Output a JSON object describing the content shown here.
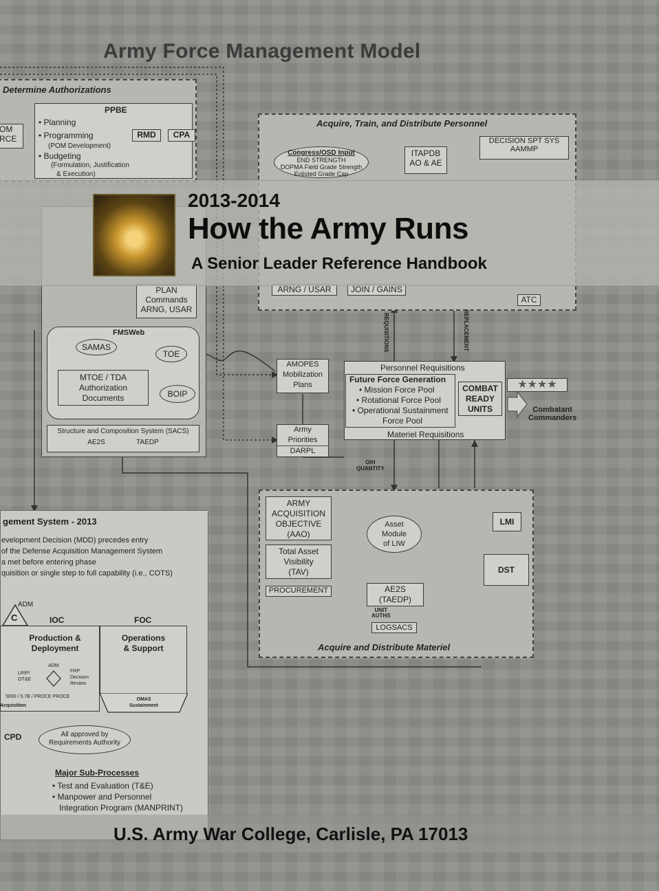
{
  "cover": {
    "title": "Army Force Management Model",
    "years": "2013-2014",
    "book_title": "How the Army Runs",
    "subtitle": "A Senior Leader Reference Handbook",
    "footer": "U.S. Army War College, Carlisle, PA  17013",
    "colors": {
      "background": "#8d8f89",
      "banner": "#b4b6b0",
      "text": "#111111"
    }
  },
  "diagram": {
    "determine_authorizations": "Determine Authorizations",
    "ppbe": "PPBE",
    "planning": "• Planning",
    "programming": "• Programming",
    "pom_dev": "(POM Development)",
    "budgeting": "• Budgeting",
    "budgeting_detail": "(Formulation, Justification",
    "execution": "& Execution)",
    "rmd": "RMD",
    "cpa": "CPA",
    "left_cut": "OM",
    "left_cut2": "RCE",
    "acquire_personnel": "Acquire, Train, and Distribute Personnel",
    "congress_input": "Congress/OSD Input",
    "end_strength": "END STRENGTH",
    "dopma": "DOPMA Field Grade Strength",
    "enlisted": "Enlisted Grade Cap",
    "itapdb": "ITAPDB",
    "ao_ae": "AO & AE",
    "decision_spt": "DECISION SPT SYS",
    "aammp": "AAMMP",
    "arng_usar": "ARNG / USAR",
    "join_gains": "JOIN / GAINS",
    "atc": "ATC",
    "plan": "PLAN",
    "commands": "Commands",
    "arng_usar2": "ARNG, USAR",
    "fmsweb": "FMSWeb",
    "samas": "SAMAS",
    "toe": "TOE",
    "mtoe": "MTOE / TDA",
    "authorization": "Authorization",
    "documents": "Documents",
    "boip": "BOIP",
    "sacs": "Structure and Composition System (SACS)",
    "ae2s": "AE2S",
    "taedp": "TAEDP",
    "amopes": "AMOPES",
    "mobilization": "Mobilization",
    "plans": "Plans",
    "army_priorities1": "Army",
    "army_priorities2": "Priorities",
    "darpl": "DARPL",
    "requisitions": "REQUISITIONS",
    "replacement": "REPLACEMENT",
    "personnel_req": "Personnel Requisitions",
    "future_force": "Future Force Generation",
    "mission_pool": "• Mission Force Pool",
    "rotational_pool": "• Rotational Force Pool",
    "operational_pool": "• Operational Sustainment",
    "force_pool": "Force Pool",
    "materiel_req": "Materiel Requisitions",
    "combat": "COMBAT",
    "ready": "READY",
    "units": "UNITS",
    "stars": "★★★★",
    "combatant": "Combatant",
    "commanders": "Commanders",
    "oh_quantity1": "O/H",
    "oh_quantity2": "QUANTITY",
    "army_acq1": "ARMY",
    "army_acq2": "ACQUISITION",
    "army_acq3": "OBJECTIVE",
    "army_acq4": "(AAO)",
    "total_asset1": "Total Asset",
    "total_asset2": "Visibility",
    "total_asset3": "(TAV)",
    "procurement": "PROCUREMENT",
    "asset_module1": "Asset",
    "asset_module2": "Module",
    "asset_module3": "of LIW",
    "lmi": "LMI",
    "dst": "DST",
    "ae2s_b": "AE2S",
    "taedp_b": "(TAEDP)",
    "unit_auths1": "UNIT",
    "unit_auths2": "AUTHS",
    "logsacs": "LOGSACS",
    "acquire_materiel": "Acquire and Distribute Materiel"
  },
  "left_doc": {
    "heading": "gement System - 2013",
    "line1": "evelopment Decision (MDD) precedes entry",
    "line2": "of the Defense Acquisition Management System",
    "line3": "a met before entering phase",
    "line4": "quisition or single step to full capability (i.e., COTS)",
    "adm": "ADM",
    "c": "C",
    "ioc": "IOC",
    "foc": "FOC",
    "production1": "Production &",
    "production2": "Deployment",
    "operations1": "Operations",
    "operations2": "& Support",
    "lrip": "LRIP/",
    "otbe": "OT&E",
    "adm2": "ADM",
    "frp1": "FRP",
    "frp2": "Decision",
    "frp3": "Review",
    "process": "5000 / 5.7B / PROCE PROCE",
    "acquisition": "Acquisition",
    "omas1": "OMAS",
    "omas2": "Sustainment",
    "cpd": "CPD",
    "approved1": "All approved by",
    "approved2": "Requirements Authority",
    "major": "Major Sub-Processes",
    "sub1": "• Test and Evaluation (T&E)",
    "sub2": "• Manpower and Personnel",
    "sub3": "Integration Program (MANPRINT)"
  }
}
